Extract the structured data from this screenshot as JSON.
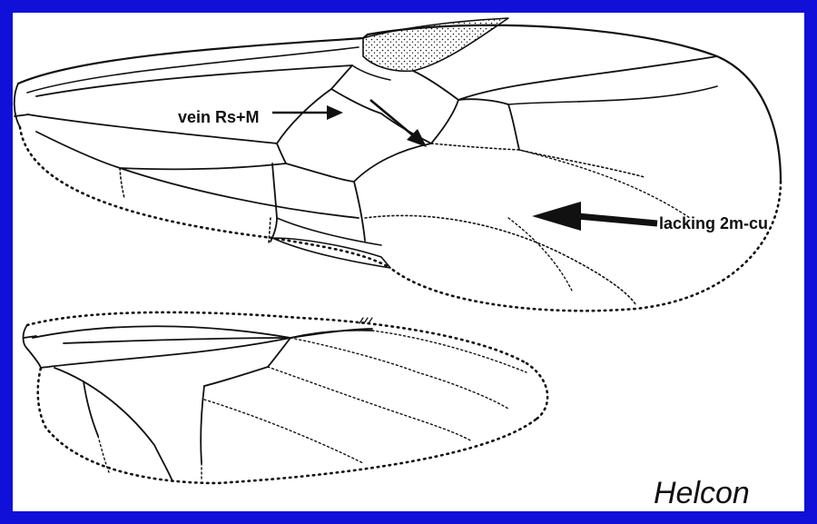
{
  "figure": {
    "labels": {
      "vein_rs_m": "vein Rs+M",
      "lacking_2m_cu": "lacking 2m-cu",
      "genus": "Helcon"
    },
    "colors": {
      "frame": "#1010d8",
      "background": "#ffffff",
      "ink": "#111111"
    }
  }
}
